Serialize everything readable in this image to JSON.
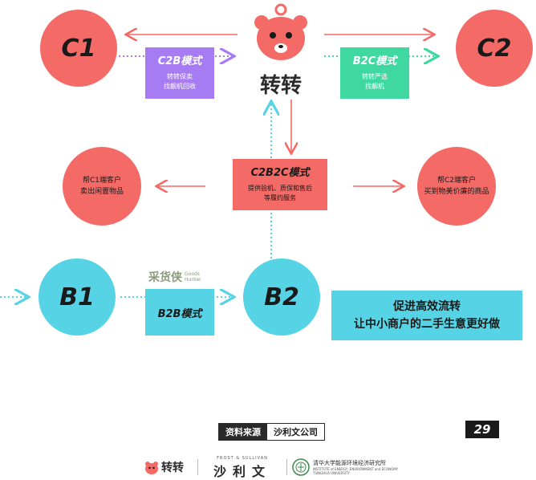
{
  "nodes": {
    "c1": "C1",
    "c2": "C2",
    "b1": "B1",
    "b2": "B2",
    "help_c1": "帮C1端客户\n卖出闲置物品",
    "help_c2": "帮C2端客户\n买到物美价廉的商品"
  },
  "brand": {
    "name": "转转"
  },
  "c2b": {
    "title": "C2B模式",
    "desc": "转转保卖\n找靓机回收"
  },
  "b2c": {
    "title": "B2C模式",
    "desc": "转转严选\n找靓机"
  },
  "c2b2c": {
    "title": "C2B2C模式",
    "desc": "提供验机、质保和售后\n等履约服务"
  },
  "b2b": {
    "title": "B2B模式",
    "logo_cn": "采货侠",
    "logo_en": "Goods\nHunter"
  },
  "promo": {
    "line1": "促进高效流转",
    "line2": "让中小商户的二手生意更好做"
  },
  "source": {
    "label": "资料来源",
    "value": "沙利文公司"
  },
  "page_number": "29",
  "footer": {
    "zz": "转转",
    "frost": "FROST & SULLIVAN",
    "slw": "沙利文",
    "tsinghua": "清华大学能源环境经济研究所",
    "tsinghua_en": "INSTITUTE of ENERGY, ENVIRONMENT and ECONOMY\nTSINGHUA UNIVERSITY"
  },
  "colors": {
    "red": "#f46a66",
    "cyan": "#56d4e6",
    "purple": "#a77cf2",
    "green": "#3fd8a0",
    "dark": "#2a2a2a"
  }
}
